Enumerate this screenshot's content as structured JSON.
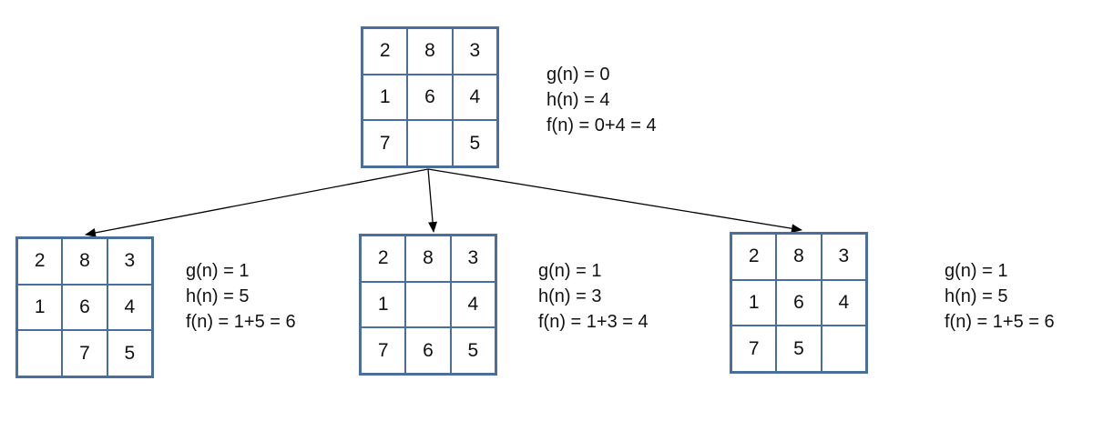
{
  "root": {
    "cells": [
      "2",
      "8",
      "3",
      "1",
      "6",
      "4",
      "7",
      "",
      "5"
    ],
    "g": "g(n) = 0",
    "h": "h(n) = 4",
    "f": "f(n) = 0+4 = 4"
  },
  "children": [
    {
      "cells": [
        "2",
        "8",
        "3",
        "1",
        "6",
        "4",
        "",
        "7",
        "5"
      ],
      "g": "g(n) = 1",
      "h": "h(n) = 5",
      "f": "f(n) = 1+5 = 6"
    },
    {
      "cells": [
        "2",
        "8",
        "3",
        "1",
        "",
        "4",
        "7",
        "6",
        "5"
      ],
      "g": "g(n) = 1",
      "h": "h(n) = 3",
      "f": "f(n) = 1+3 = 4"
    },
    {
      "cells": [
        "2",
        "8",
        "3",
        "1",
        "6",
        "4",
        "7",
        "5",
        ""
      ],
      "g": "g(n) = 1",
      "h": "h(n) = 5",
      "f": "f(n) = 1+5 = 6"
    }
  ]
}
